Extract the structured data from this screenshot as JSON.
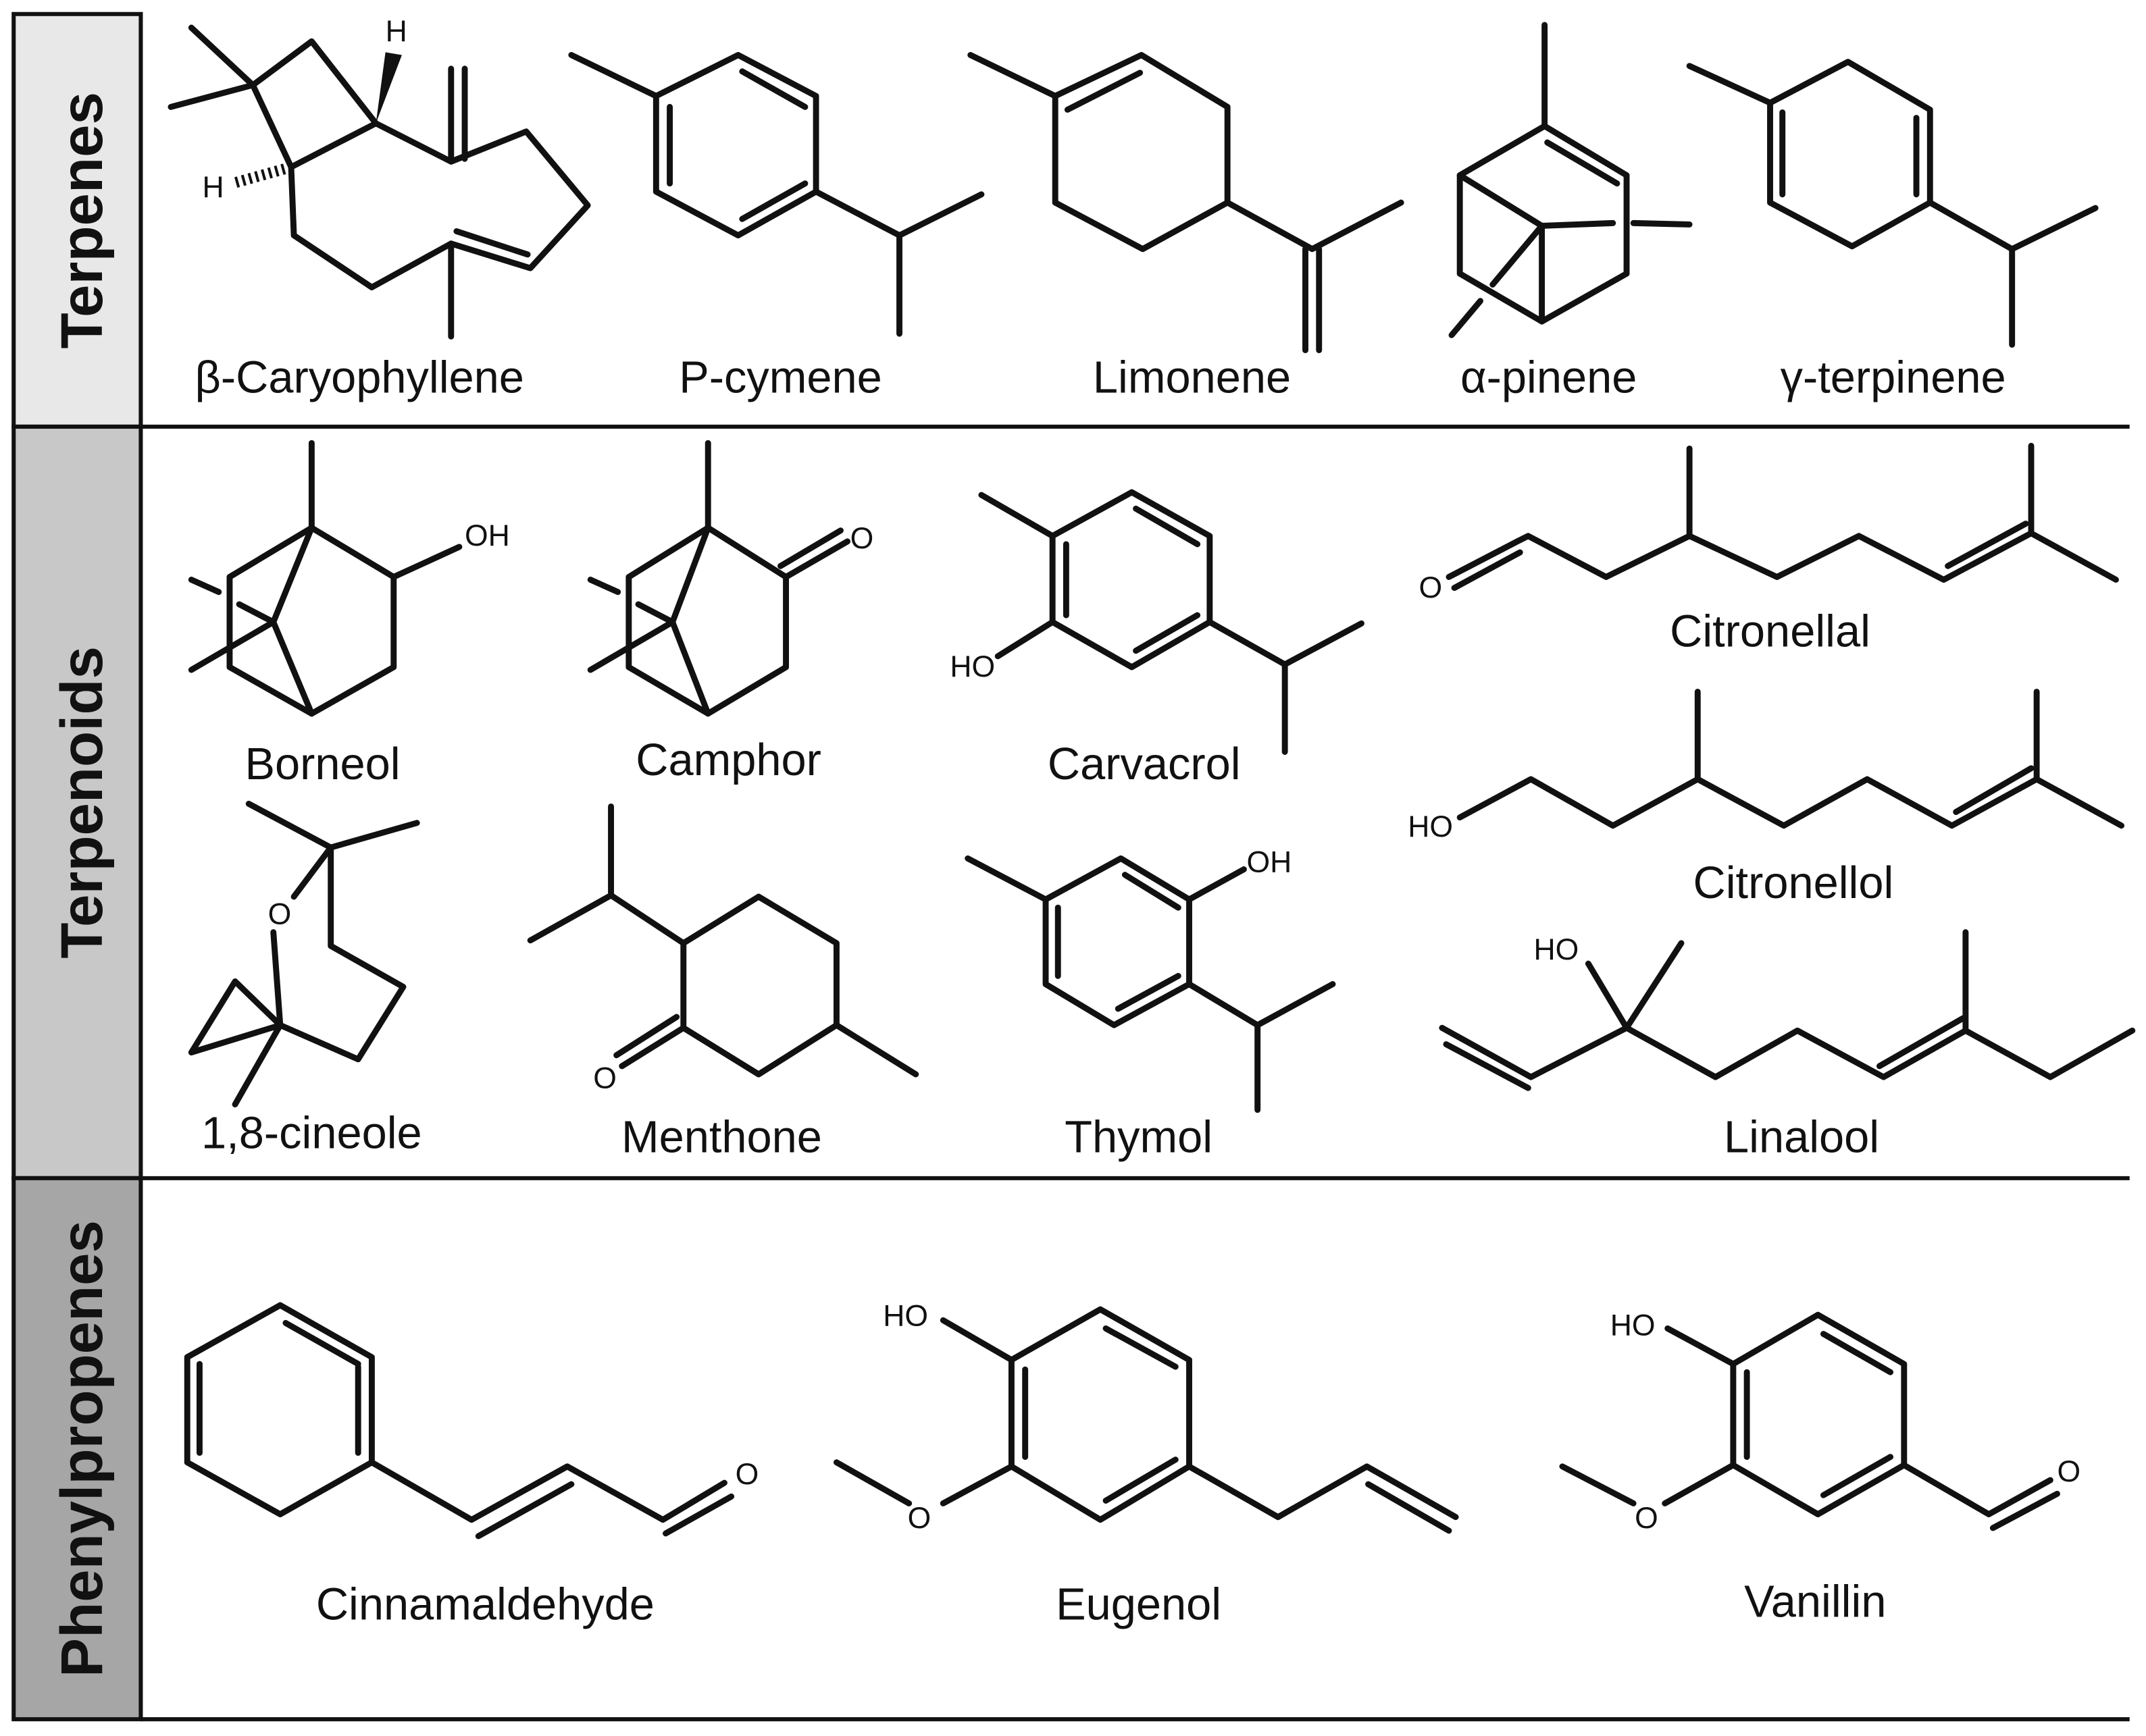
{
  "categories": [
    {
      "label": "Terpenes",
      "color": "#e8e8e8"
    },
    {
      "label": "Terpenoids",
      "color": "#c8c8c8"
    },
    {
      "label": "Phenylpropenes",
      "color": "#a6a6a6"
    }
  ],
  "compounds": {
    "caryophyllene": "β-Caryophyllene",
    "pcymene": "P-cymene",
    "limonene": "Limonene",
    "apinene": "α-pinene",
    "gterpinene": "γ-terpinene",
    "borneol": "Borneol",
    "camphor": "Camphor",
    "carvacrol": "Carvacrol",
    "citronellal": "Citronellal",
    "citronellol": "Citronellol",
    "cineole": "1,8-cineole",
    "menthone": "Menthone",
    "thymol": "Thymol",
    "linalool": "Linalool",
    "cinnamaldehyde": "Cinnamaldehyde",
    "eugenol": "Eugenol",
    "vanillin": "Vanillin"
  },
  "atoms": {
    "H": "H",
    "OH": "OH",
    "HO": "HO",
    "O": "O"
  }
}
